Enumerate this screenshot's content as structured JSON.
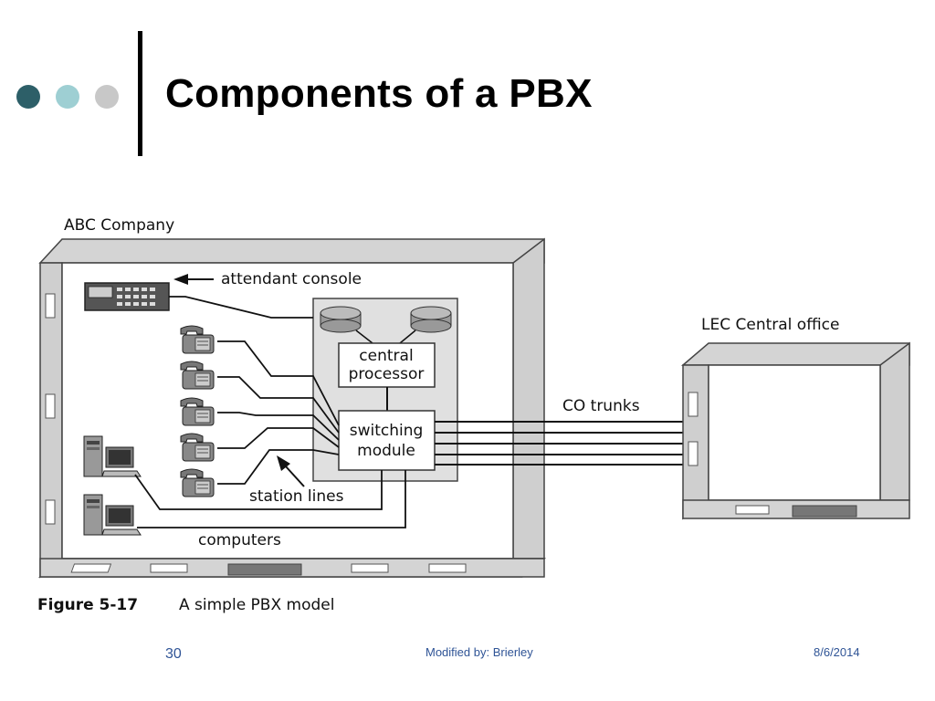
{
  "slide": {
    "title": "Components of a PBX",
    "page_number": "30",
    "footer_center": "Modified by: Brierley",
    "footer_date": "8/6/2014",
    "bullet_colors": [
      "#2d5f68",
      "#9ecfd3",
      "#c8c8c8"
    ]
  },
  "diagram": {
    "company_label": "ABC Company",
    "attendant_console_label": "attendant console",
    "central_processor_line1": "central",
    "central_processor_line2": "processor",
    "switching_module_line1": "switching",
    "switching_module_line2": "module",
    "station_lines_label": "station lines",
    "computers_label": "computers",
    "co_trunks_label": "CO trunks",
    "lec_label": "LEC Central office",
    "caption_number": "Figure 5-17",
    "caption_text": "A simple PBX model"
  }
}
